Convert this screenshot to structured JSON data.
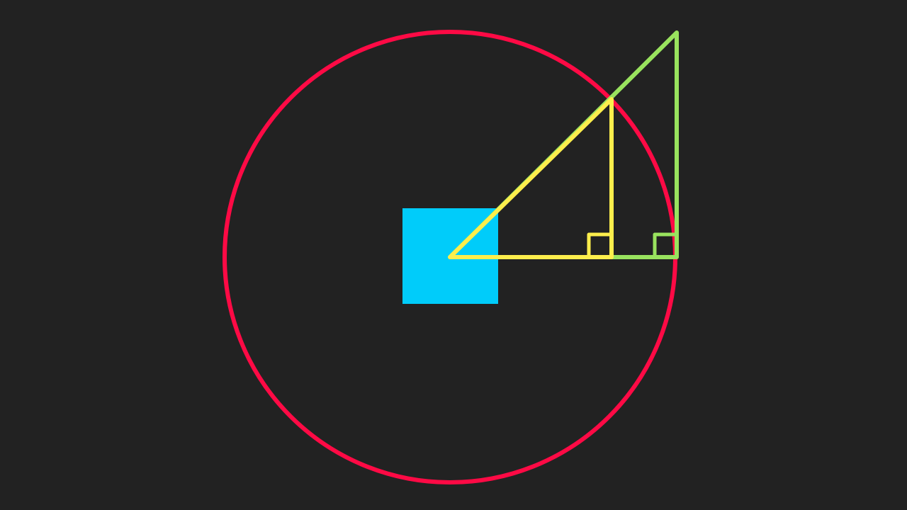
{
  "background_color": "#222222",
  "diagram": {
    "shapes": [
      {
        "kind": "circle",
        "name": "red-circle",
        "color": "#FF0A45"
      },
      {
        "kind": "square",
        "name": "cyan-square",
        "color": "#00CCFA"
      },
      {
        "kind": "right-triangle",
        "name": "green-tangent-triangle",
        "color": "#99E35E"
      },
      {
        "kind": "right-triangle",
        "name": "yellow-sine-triangle",
        "color": "#FDEE4C"
      }
    ]
  }
}
